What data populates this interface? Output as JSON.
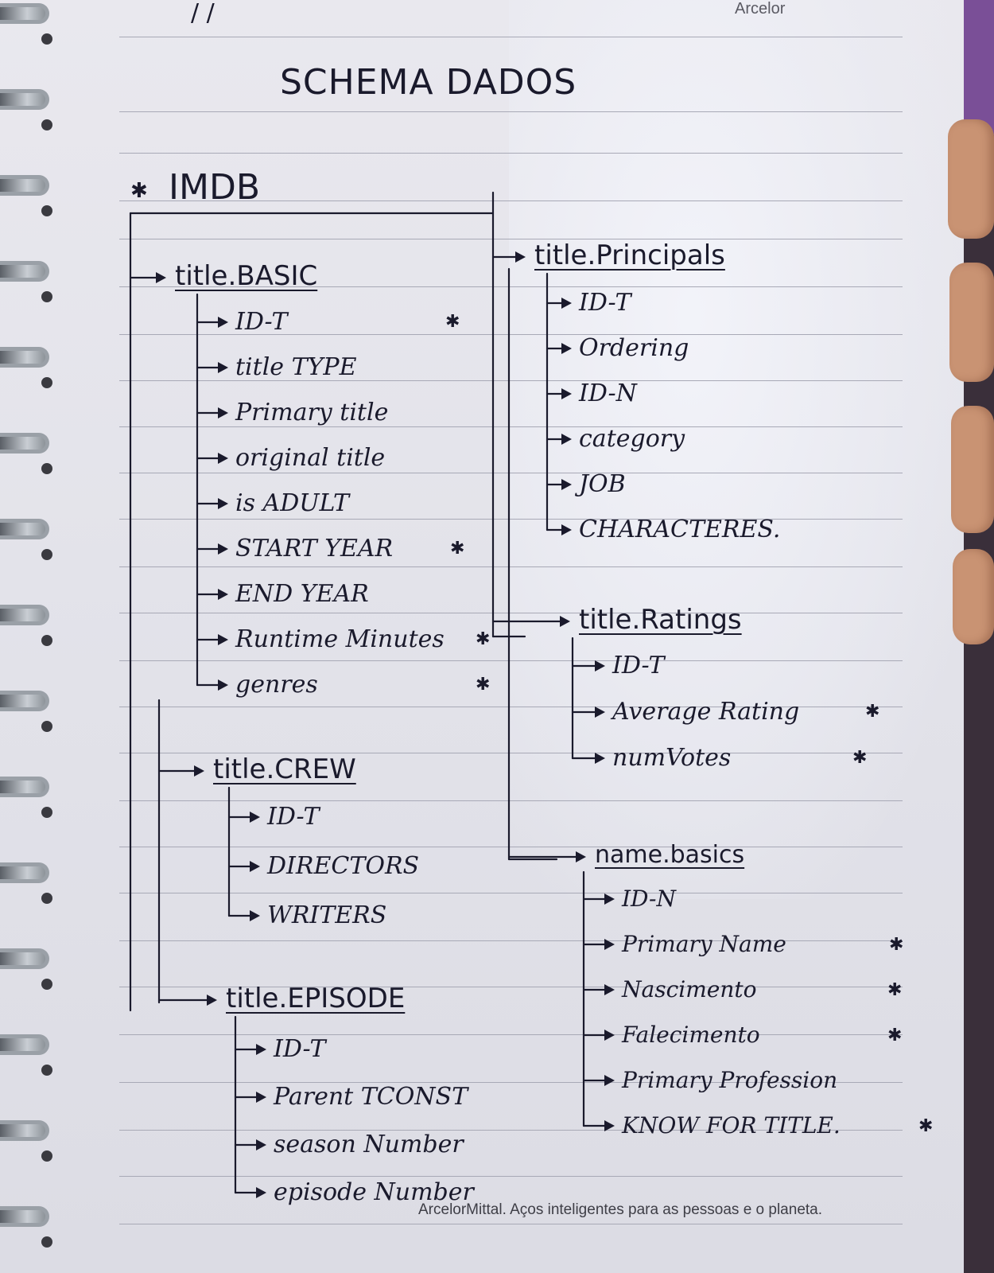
{
  "header": {
    "date": "/ /",
    "title": "SCHEMA DADOS",
    "corner_text": "Arcelor"
  },
  "root": {
    "label": "IMDB",
    "star": "✱"
  },
  "tables": [
    {
      "name": "title.BASIC",
      "fields": [
        {
          "label": "ID-T",
          "star": "✱"
        },
        {
          "label": "title TYPE",
          "star": ""
        },
        {
          "label": "Primary title",
          "star": ""
        },
        {
          "label": "original title",
          "star": ""
        },
        {
          "label": "is ADULT",
          "star": ""
        },
        {
          "label": "START YEAR",
          "star": "✱"
        },
        {
          "label": "END YEAR",
          "star": ""
        },
        {
          "label": "Runtime Minutes",
          "star": "✱"
        },
        {
          "label": "genres",
          "star": "✱"
        }
      ]
    },
    {
      "name": "title.CREW",
      "fields": [
        {
          "label": "ID-T",
          "star": ""
        },
        {
          "label": "DIRECTORS",
          "star": ""
        },
        {
          "label": "WRITERS",
          "star": ""
        }
      ]
    },
    {
      "name": "title.EPISODE",
      "fields": [
        {
          "label": "ID-T",
          "star": ""
        },
        {
          "label": "Parent TCONST",
          "star": ""
        },
        {
          "label": "season Number",
          "star": ""
        },
        {
          "label": "episode Number",
          "star": ""
        }
      ]
    },
    {
      "name": "title.Principals",
      "fields": [
        {
          "label": "ID-T",
          "star": ""
        },
        {
          "label": "Ordering",
          "star": ""
        },
        {
          "label": "ID-N",
          "star": ""
        },
        {
          "label": "category",
          "star": ""
        },
        {
          "label": "JOB",
          "star": ""
        },
        {
          "label": "CHARACTERES.",
          "star": ""
        }
      ]
    },
    {
      "name": "title.Ratings",
      "fields": [
        {
          "label": "ID-T",
          "star": ""
        },
        {
          "label": "Average Rating",
          "star": "✱"
        },
        {
          "label": "numVotes",
          "star": "✱"
        }
      ]
    },
    {
      "name": "name.basics",
      "fields": [
        {
          "label": "ID-N",
          "star": ""
        },
        {
          "label": "Primary Name",
          "star": "✱"
        },
        {
          "label": "Nascimento",
          "star": "✱"
        },
        {
          "label": "Falecimento",
          "star": "✱"
        },
        {
          "label": "Primary Profession",
          "star": ""
        },
        {
          "label": "KNOW FOR TITLE.",
          "star": "✱"
        }
      ]
    }
  ],
  "footer": "ArcelorMittal. Aços inteligentes para as pessoas e o planeta."
}
